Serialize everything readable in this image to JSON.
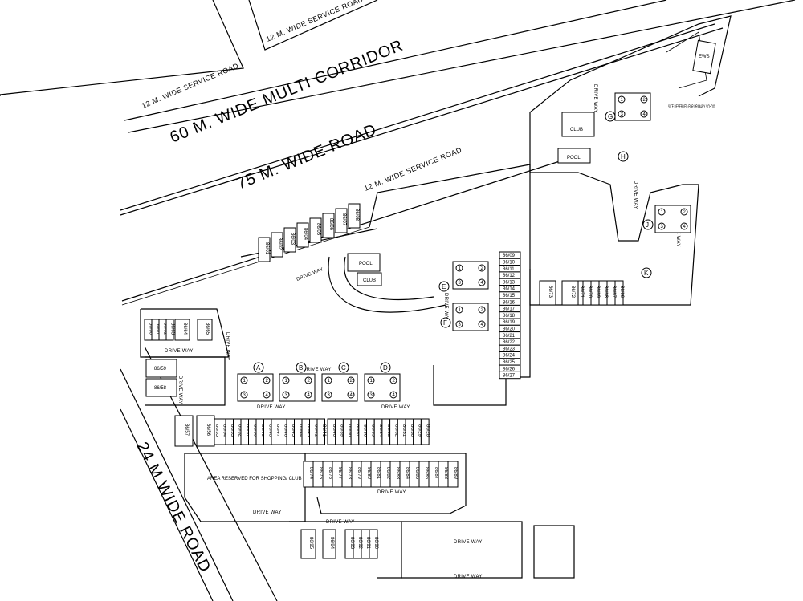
{
  "roads": {
    "service_road_top_left": "12 M. WIDE SERVICE ROAD",
    "service_road_top_right": "12 M. WIDE SERVICE ROAD",
    "multi_corridor": "60 M. WIDE MULTI CORRIDOR",
    "main_road": "75 M. WIDE ROAD",
    "service_road_lower": "12 M. WIDE SERVICE ROAD",
    "side_road": "24 M WIDE ROAD"
  },
  "areas": {
    "ews": "EWS",
    "school": "SITE RESERVED FOR PRIMARY SCHOOL",
    "club_top": "CLUB",
    "pool_top": "POOL",
    "pool_center": "POOL",
    "club_center": "CLUB",
    "shopping": "AREA RESERVED FOR SHOPPING/ CLUB"
  },
  "drive_way": "DRIVE WAY",
  "towers": [
    "A",
    "B",
    "C",
    "D",
    "E",
    "F",
    "G",
    "H",
    "J",
    "K"
  ],
  "plots": {
    "top_row": [
      "86/01",
      "86/02",
      "86/03",
      "86/04",
      "86/05",
      "86/06",
      "86/07",
      "86/08"
    ],
    "right_column": [
      "86/09",
      "86/10",
      "86/11",
      "86/12",
      "86/13",
      "86/14",
      "86/15",
      "86/16",
      "86/17",
      "86/18",
      "86/19",
      "86/20",
      "86/21",
      "86/22",
      "86/23",
      "86/24",
      "86/25",
      "86/26",
      "86/27"
    ],
    "middle_row_right": [
      "86/28",
      "86/29",
      "86/30",
      "86/31",
      "86/32",
      "86/33",
      "86/34",
      "86/35",
      "86/36",
      "86/37",
      "86/38",
      "86/39",
      "86/40"
    ],
    "middle_row_left": [
      "86/41",
      "86/42",
      "86/43",
      "86/44",
      "86/45",
      "86/46",
      "86/47",
      "86/48",
      "86/49",
      "86/50",
      "86/51",
      "86/52",
      "86/53",
      "86/54",
      "86/55"
    ],
    "west_block": [
      "86/56",
      "86/57",
      "86/58",
      "86/59",
      "86/60",
      "86/61",
      "86/62",
      "86/63",
      "86/64",
      "86/65"
    ],
    "east_block": [
      "86/66",
      "86/67",
      "86/68",
      "86/69",
      "86/70",
      "86/71",
      "86/72",
      "86/73"
    ],
    "lower_row": [
      "86/74",
      "86/75",
      "86/76",
      "86/77",
      "86/78",
      "86/79",
      "86/80",
      "86/81",
      "86/82",
      "86/83",
      "86/84",
      "86/85",
      "86/86",
      "86/87",
      "86/88",
      "86/89"
    ],
    "bottom_row": [
      "86/90",
      "86/91",
      "86/92",
      "86/93",
      "86/94",
      "86/95"
    ]
  },
  "unit_numbers": [
    "1",
    "2",
    "3",
    "4"
  ]
}
